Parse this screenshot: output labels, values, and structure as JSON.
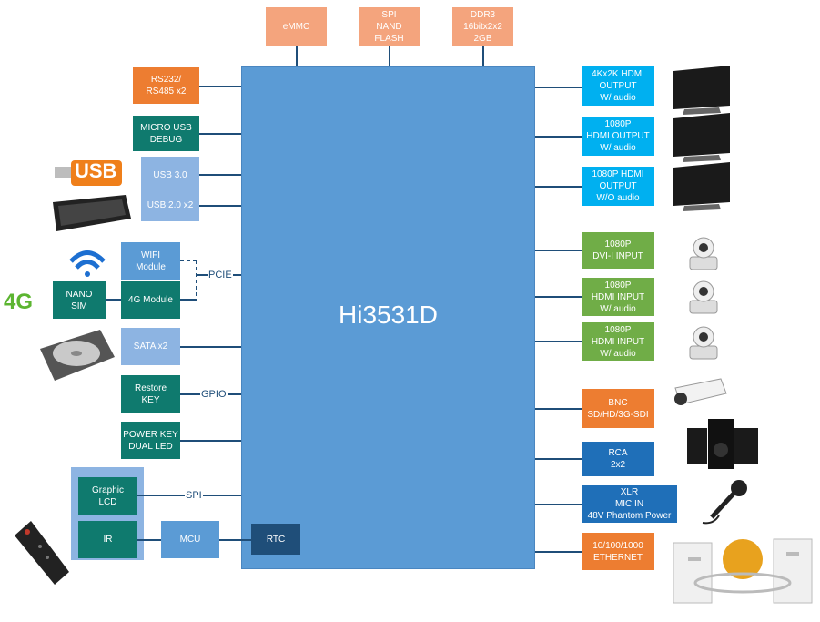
{
  "soc": {
    "name": "Hi3531D"
  },
  "top": {
    "emmc": "eMMC",
    "spi_flash": "SPI\nNAND\nFLASH",
    "ddr": "DDR3\n16bitx2x2\n2GB"
  },
  "left": {
    "rs232": "RS232/\nRS485 x2",
    "micro_usb": "MICRO USB\nDEBUG",
    "usb3": "USB 3.0",
    "usb2": "USB 2.0 x2",
    "wifi": "WIFI\nModule",
    "nano_sim": "NANO\nSIM",
    "g4_module": "4G Module",
    "pcie": "PCIE",
    "sata": "SATA x2",
    "restore": "Restore\nKEY",
    "gpio": "GPIO",
    "power_key": "POWER KEY\nDUAL LED",
    "graphic_lcd": "Graphic\nLCD",
    "spi": "SPI",
    "ir": "IR",
    "mcu": "MCU",
    "rtc": "RTC"
  },
  "right": {
    "hdmi_4k": "4Kx2K HDMI\nOUTPUT\nW/ audio",
    "hdmi_1080_out": "1080P\nHDMI OUTPUT\nW/ audio",
    "hdmi_1080_noaudio": "1080P HDMI\nOUTPUT\nW/O audio",
    "dvi_in": "1080P\nDVI-I INPUT",
    "hdmi_in_1": "1080P\nHDMI INPUT\nW/ audio",
    "hdmi_in_2": "1080P\nHDMI INPUT\nW/ audio",
    "bnc": "BNC\nSD/HD/3G-SDI",
    "rca": "RCA\n2x2",
    "xlr": "XLR\nMIC IN\n48V Phantom Power",
    "ethernet": "10/100/1000\nETHERNET"
  },
  "icons": {
    "usb_logo": "USB",
    "g4_logo": "4G"
  }
}
